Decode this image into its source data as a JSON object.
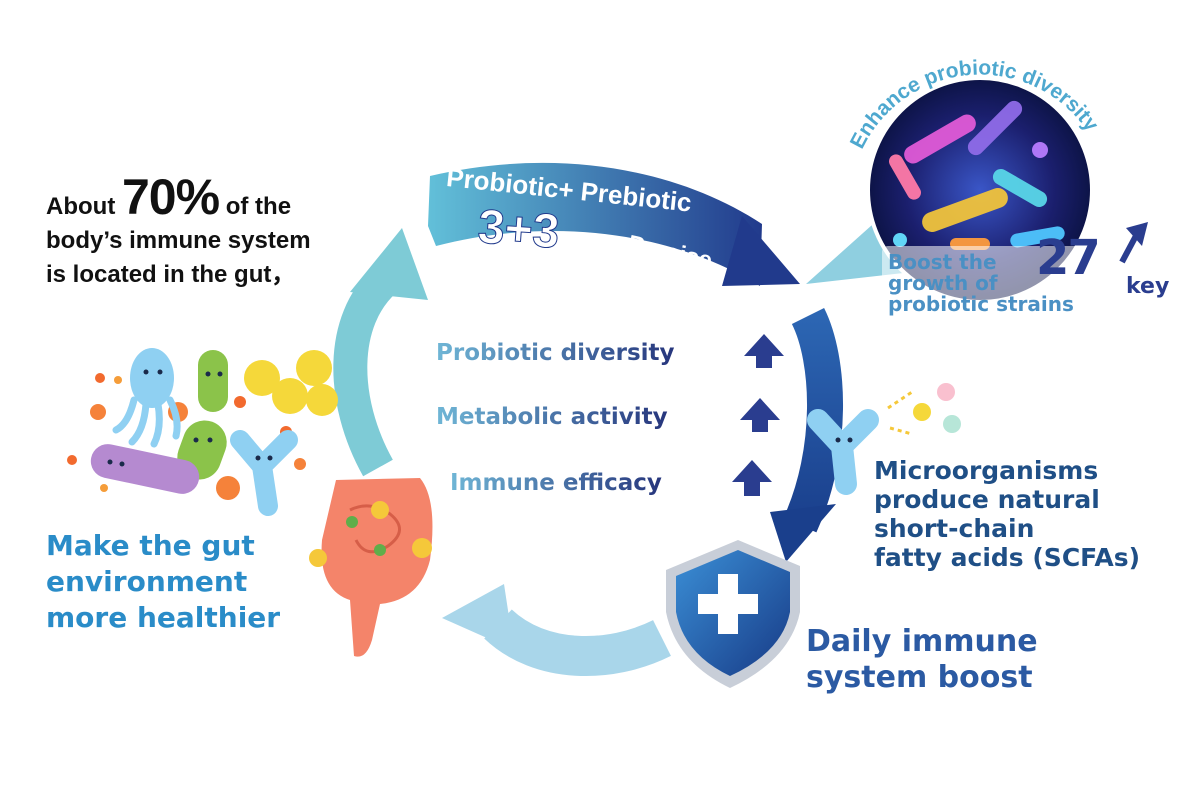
{
  "intro": {
    "line1_pre": "About",
    "percent": "70%",
    "line1_post": "of the",
    "line2": "body’s immune system",
    "line3": "is located in the gut，"
  },
  "banner": {
    "title": "Probiotic+ Prebiotic",
    "formula": "3+3",
    "subtitle": "Precise"
  },
  "diversity": {
    "arc_title": "Enhance probiotic diversity",
    "boost_line1": "Boost the",
    "boost_line2": "growth of",
    "boost_line3": "probiotic strains",
    "count": "27",
    "count_unit": "key"
  },
  "benefits": [
    {
      "label": "Probiotic diversity"
    },
    {
      "label": "Metabolic activity"
    },
    {
      "label": "Immune efficacy"
    }
  ],
  "scfa": {
    "line1": "Microorganisms",
    "line2": "produce natural",
    "line3": "short-chain",
    "line4": "fatty acids (SCFAs)"
  },
  "immune": {
    "line1": "Daily immune",
    "line2": "system boost"
  },
  "gut": {
    "line1": "Make the gut",
    "line2": "environment",
    "line3": "more healthier"
  },
  "colors": {
    "cycle_light": "#7ecbd6",
    "cycle_dark": "#1f4a94",
    "cycle_pale": "#a9d6ea",
    "banner_dark": "#213a8c",
    "banner_light": "#62c0d9",
    "shield": "#2a65b0"
  }
}
